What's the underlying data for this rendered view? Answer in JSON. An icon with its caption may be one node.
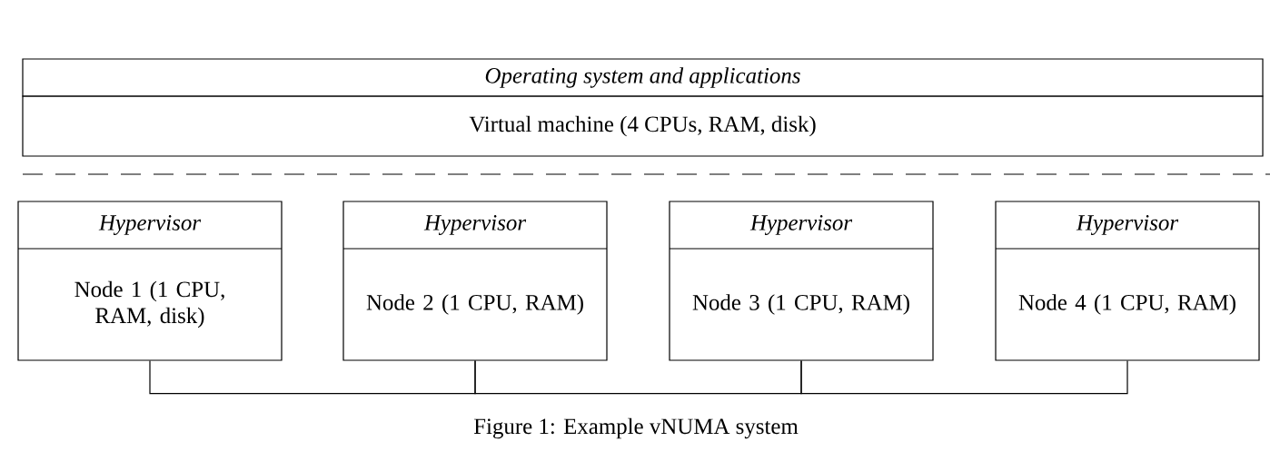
{
  "diagram": {
    "caption": "Figure 1: Example vNUMA system",
    "nodes": [
      {
        "text": [
          "Operating system and applications"
        ]
      },
      {
        "text": [
          "Virtual machine (4 CPUs, RAM, disk)"
        ]
      },
      {
        "text": [
          "Hypervisor",
          "Node 1 (1 CPU, RAM, disk)"
        ]
      },
      {
        "text": [
          "Hypervisor",
          "Node 2 (1 CPU, RAM)"
        ]
      },
      {
        "text": [
          "Hypervisor",
          "Node 3 (1 CPU, RAM)"
        ]
      },
      {
        "text": [
          "Hypervisor",
          "Node 4 (1 CPU, RAM)"
        ]
      }
    ],
    "edges": [
      {
        "from": 2,
        "to": 3,
        "arrow": "none"
      },
      {
        "from": 3,
        "to": 4,
        "arrow": "none"
      },
      {
        "from": 4,
        "to": 5,
        "arrow": "none"
      }
    ]
  }
}
